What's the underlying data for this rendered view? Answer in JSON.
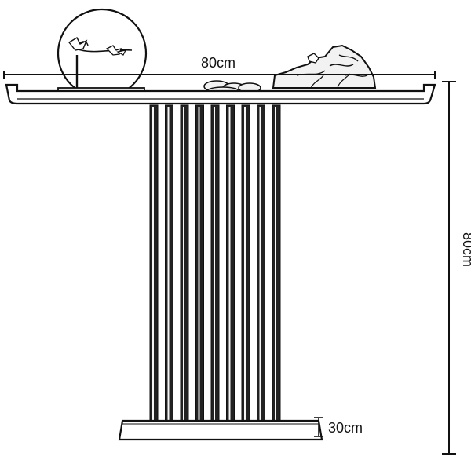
{
  "dimensions": {
    "width_label": "80cm",
    "height_label": "80cm",
    "depth_label": "30cm"
  },
  "product": {
    "vertical_bar_count": 9
  },
  "colors": {
    "line": "#111111",
    "bar_fill": "#222222",
    "bar_highlight": "#f5f5f5",
    "stone_fill": "#f2f2f2"
  }
}
